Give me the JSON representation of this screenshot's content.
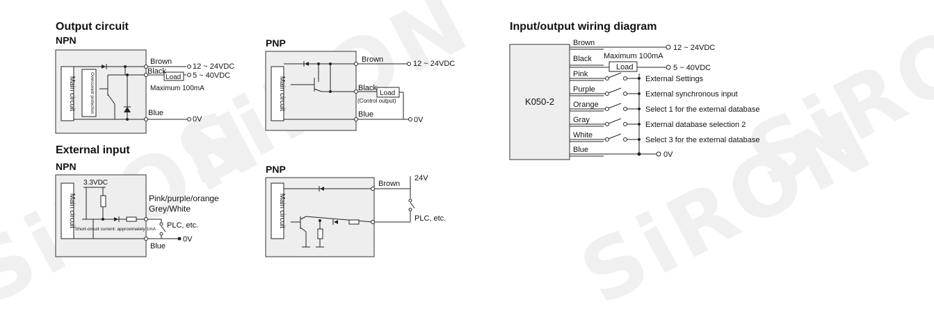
{
  "watermark": "SiRON",
  "output_circuit": {
    "title": "Output circuit",
    "npn": {
      "label": "NPN",
      "main_circuit": "Main circuit",
      "protection": "Overcurrent protection",
      "brown": "Brown",
      "black": "Black",
      "blue": "Blue",
      "load": "Load",
      "supply": "12 ~ 24VDC",
      "load_voltage": "5 ~ 40VDC",
      "max_current": "Maximum 100mA",
      "ground": "0V"
    },
    "pnp": {
      "label": "PNP",
      "main_circuit": "Main circuit",
      "brown": "Brown",
      "black": "Black",
      "blue": "Blue",
      "load": "Load",
      "control_output": "(Control output)",
      "supply": "12 ~ 24VDC",
      "ground": "0V"
    }
  },
  "external_input": {
    "title": "External input",
    "npn": {
      "label": "NPN",
      "main_circuit": "Main circuit",
      "vdc": "3.3VDC",
      "short_circuit": "Short-circuit current: approximately 1mA",
      "wires_line1": "Pink/purple/orange",
      "wires_line2": "Grey/White",
      "plc": "PLC, etc.",
      "blue": "Blue",
      "ground": "0V"
    },
    "pnp": {
      "label": "PNP",
      "main_circuit": "Main circuit",
      "brown": "Brown",
      "supply": "24V",
      "plc": "PLC, etc."
    }
  },
  "wiring": {
    "title": "Input/output wiring diagram",
    "device": "K050-2",
    "max_current": "Maximum 100mA",
    "load": "Load",
    "rows": [
      {
        "wire": "Brown",
        "desc": "12 ~ 24VDC"
      },
      {
        "wire": "Black",
        "desc": "5 ~ 40VDC"
      },
      {
        "wire": "Pink",
        "desc": "External Settings"
      },
      {
        "wire": "Purple",
        "desc": "External synchronous input"
      },
      {
        "wire": "Orange",
        "desc": "Select 1 for the external database"
      },
      {
        "wire": "Gray",
        "desc": "External database selection 2"
      },
      {
        "wire": "White",
        "desc": "Select 3 for the external database"
      },
      {
        "wire": "Blue",
        "desc": "0V"
      }
    ]
  }
}
